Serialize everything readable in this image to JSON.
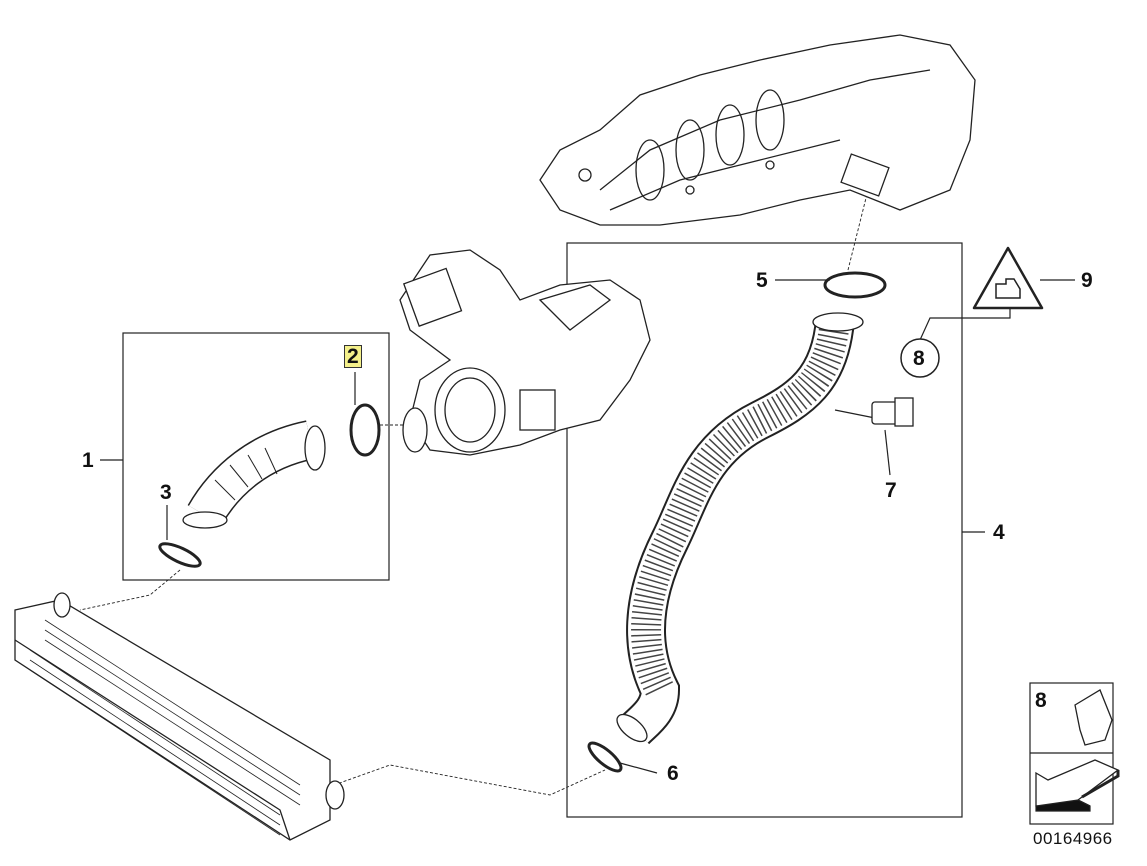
{
  "diagram": {
    "callouts": [
      {
        "id": "1",
        "label": "1"
      },
      {
        "id": "2",
        "label": "2",
        "highlighted": true
      },
      {
        "id": "3",
        "label": "3"
      },
      {
        "id": "4",
        "label": "4"
      },
      {
        "id": "5",
        "label": "5"
      },
      {
        "id": "6",
        "label": "6"
      },
      {
        "id": "7",
        "label": "7"
      },
      {
        "id": "8",
        "label": "8"
      },
      {
        "id": "9",
        "label": "9"
      }
    ],
    "inset": {
      "label": "8"
    },
    "diagram_number": "00164966",
    "highlight_color": "#f4f08a"
  }
}
